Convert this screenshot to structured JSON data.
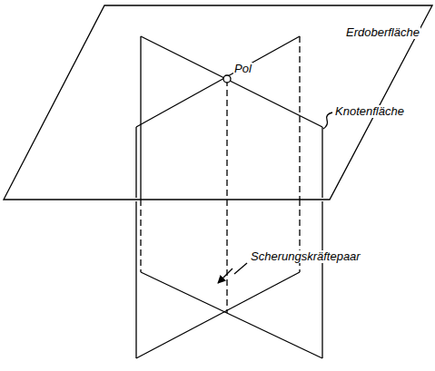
{
  "diagram": {
    "labels": [
      "Erdoberfläche",
      "Pol",
      "Knotenfläche",
      "Scherungskräftepaar"
    ]
  }
}
